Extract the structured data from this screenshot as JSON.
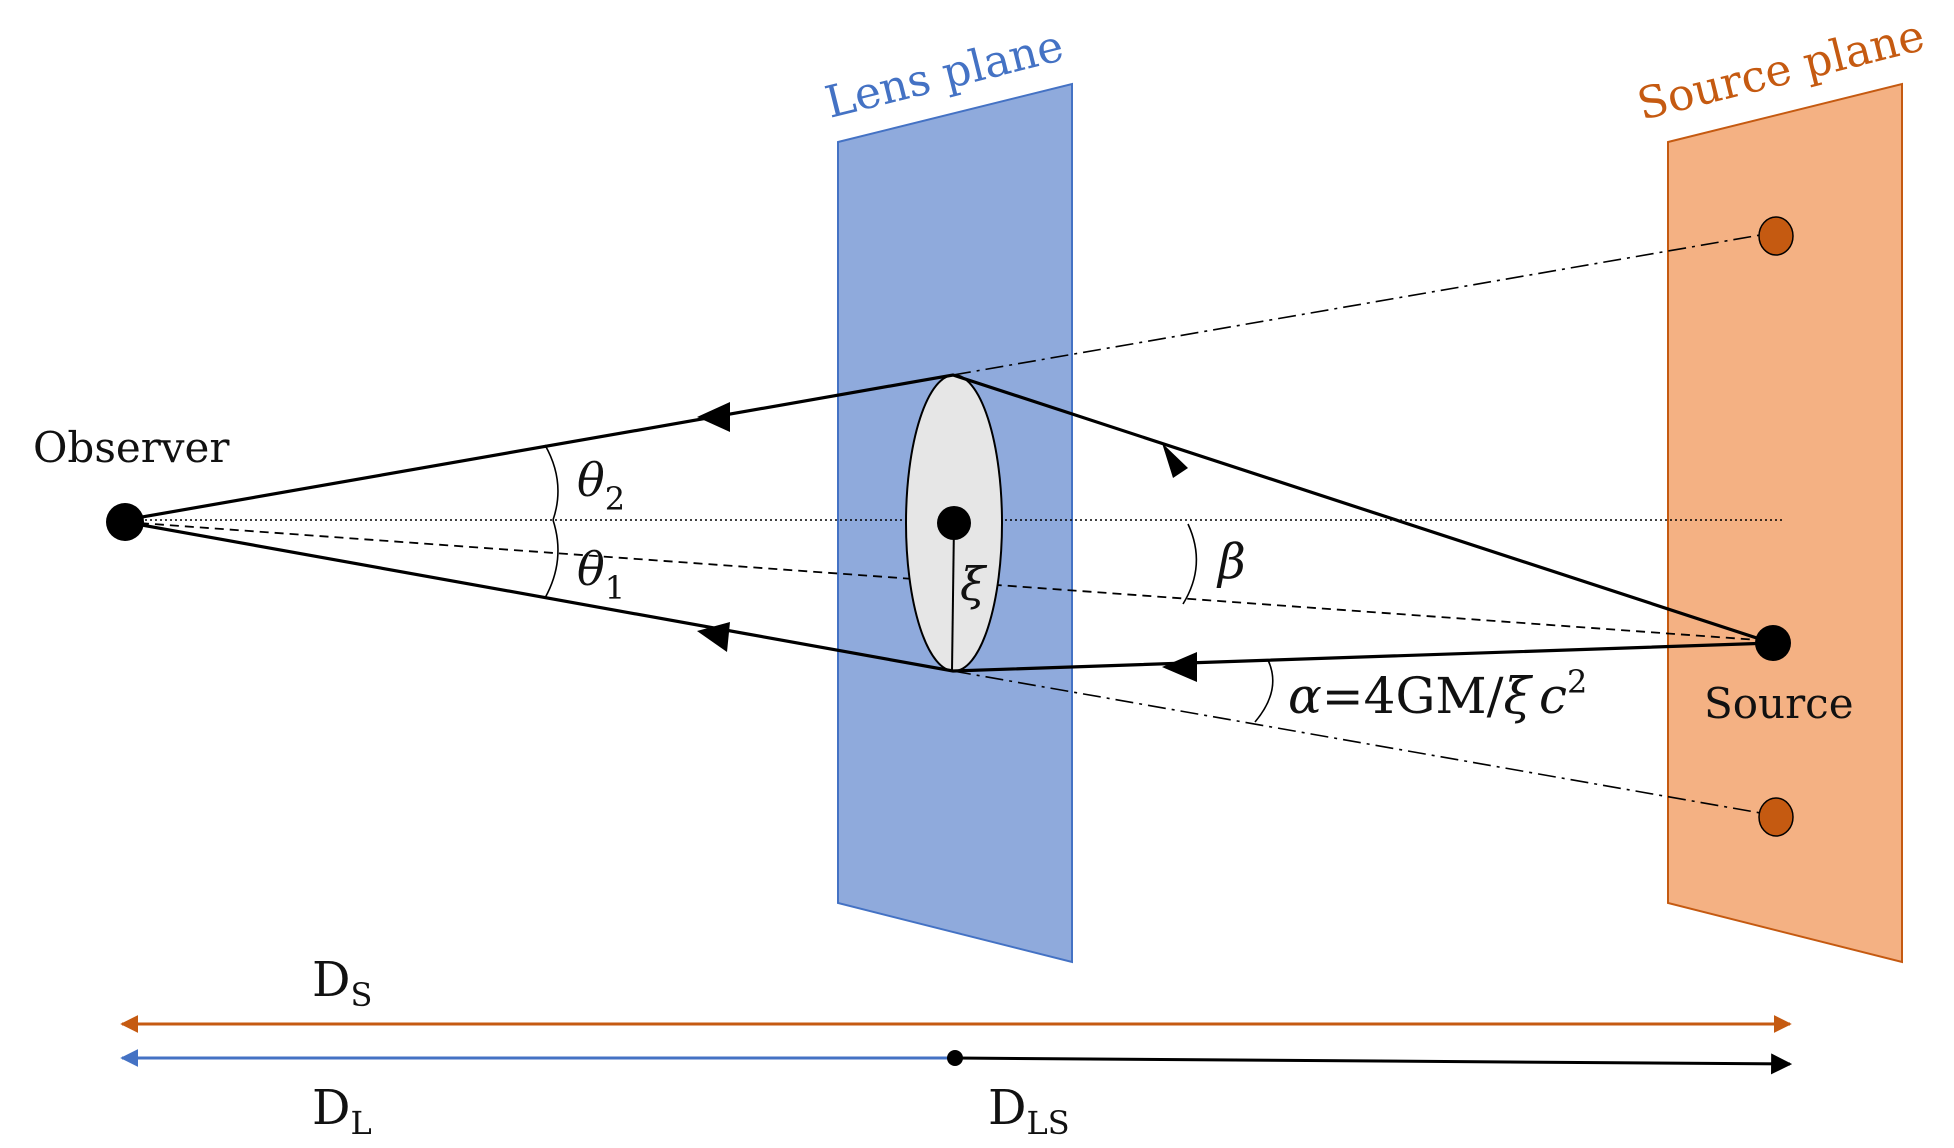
{
  "colors": {
    "lens": "#8faadc",
    "lens_stroke": "#4472c4",
    "lens_text": "#4472c4",
    "source": "#f4b183",
    "source_stroke": "#c55a11",
    "source_text": "#c55a11",
    "image_dot": "#c55a11",
    "ray": "#000000",
    "ds_arrow": "#c55a11",
    "dl_arrow": "#4472c4",
    "dls_arrow": "#000000",
    "lens_ellipse": "#e6e6e6"
  },
  "labels": {
    "lens_plane": "Lens plane",
    "source_plane": "Source plane",
    "observer": "Observer",
    "source": "Source",
    "theta2": "θ",
    "theta2_sub": "2",
    "theta1": "θ",
    "theta1_sub": "1",
    "beta": "β",
    "xi": "ξ",
    "alpha_sym": "α",
    "alpha_eq": "=4GM/",
    "alpha_xi": "ξ",
    "alpha_c": "c",
    "alpha_exp": "2",
    "ds": "D",
    "ds_sub": "S",
    "dl": "D",
    "dl_sub": "L",
    "dls": "D",
    "dls_sub": "LS"
  }
}
